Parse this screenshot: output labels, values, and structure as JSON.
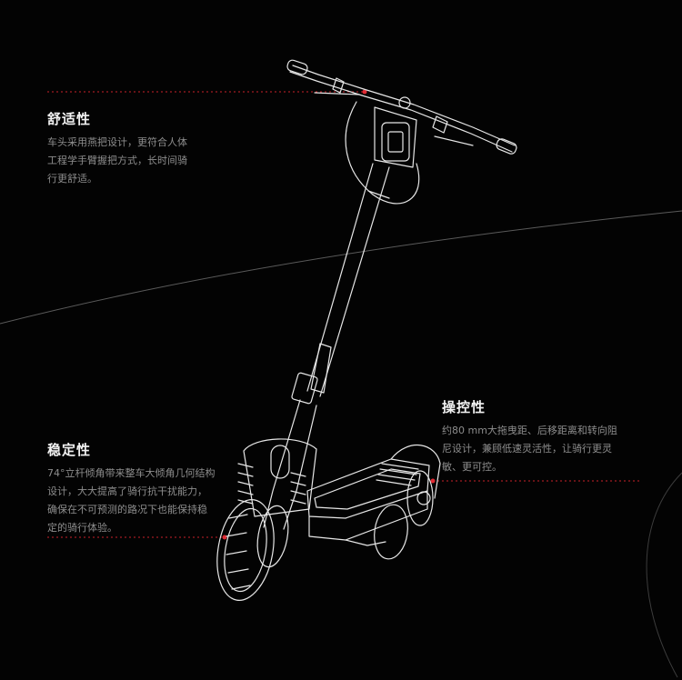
{
  "features": {
    "comfort": {
      "title": "舒适性",
      "body": "车头采用燕把设计，更符合人体\n工程学手臂握把方式，长时间骑\n行更舒适。"
    },
    "stability": {
      "title": "稳定性",
      "body": "74°立杆倾角带来整车大倾角几何结构\n设计，大大提高了骑行抗干扰能力，\n确保在不可预测的路况下也能保持稳\n定的骑行体验。"
    },
    "handling": {
      "title": "操控性",
      "body": "约80 mm大拖曳距、后移距离和转向阻\n尼设计，兼顾低速灵活性，让骑行更灵\n敏、更可控。"
    }
  },
  "colors": {
    "background": "#030303",
    "line_art": "#e6e6e6",
    "leader_line": "#c8202a",
    "title": "#f2f2f2",
    "body_text": "#8d8d8d"
  },
  "illustration": "electric-scooter-line-art"
}
